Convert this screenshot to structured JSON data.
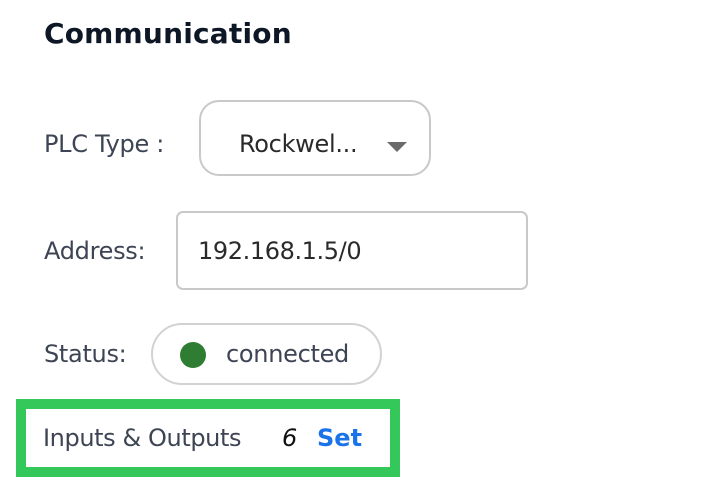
{
  "section": {
    "title": "Communication"
  },
  "plc_type": {
    "label": "PLC Type :",
    "selected_value": "Rockwel...",
    "dropdown_icon": "caret-down-icon"
  },
  "address": {
    "label": "Address:",
    "value": "192.168.1.5/0"
  },
  "status": {
    "label": "Status:",
    "value": "connected",
    "indicator_icon": "status-dot-icon",
    "indicator_color": "#2e7d32"
  },
  "io": {
    "label": "Inputs & Outputs",
    "count": "6",
    "set_label": "Set",
    "link_color": "#1a73e8",
    "highlight_color": "#34c759"
  }
}
